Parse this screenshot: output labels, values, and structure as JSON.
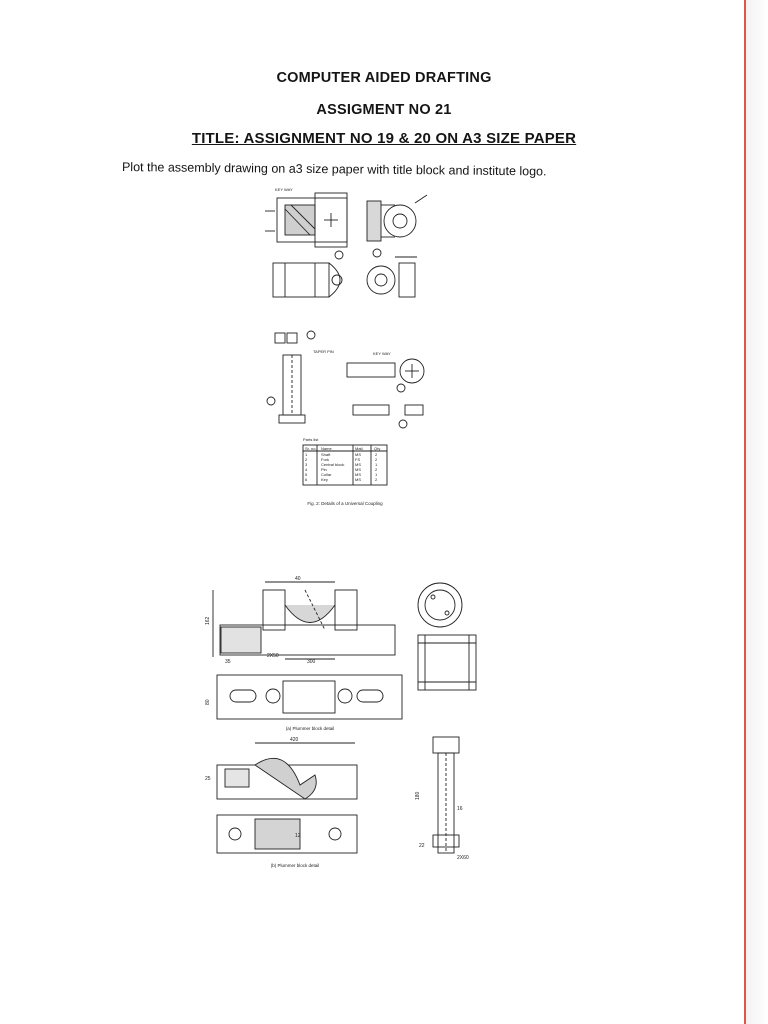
{
  "header": {
    "course_title": "COMPUTER AIDED DRAFTING",
    "assignment_no": "ASSIGMENT NO 21",
    "title": "TITLE: ASSIGNMENT NO 19 & 20 ON A3 SIZE PAPER",
    "instruction": "Plot the assembly drawing on a3 size paper with title block and institute logo."
  },
  "figure1": {
    "caption": "Fig. 2: Details of a Universal Coupling",
    "parts_list_title": "Parts list",
    "parts_list_headers": [
      "Sr. no.",
      "Name",
      "Matl.",
      "Qty."
    ],
    "parts": [
      {
        "no": "1",
        "name": "Shaft",
        "matl": "MS",
        "qty": "2"
      },
      {
        "no": "2",
        "name": "Fork",
        "matl": "FS",
        "qty": "2"
      },
      {
        "no": "3",
        "name": "Central block",
        "matl": "MS",
        "qty": "1"
      },
      {
        "no": "4",
        "name": "Pin",
        "matl": "MS",
        "qty": "2"
      },
      {
        "no": "5",
        "name": "Collar",
        "matl": "MS",
        "qty": "1"
      },
      {
        "no": "6",
        "name": "Key",
        "matl": "MS",
        "qty": "2"
      }
    ],
    "labels": {
      "key_way": "KEY WAY",
      "taper_pin": "TAPER PIN",
      "key_way_2": "KEY WAY"
    }
  },
  "figure2": {
    "caption_a": "(a) Plummer block detail",
    "caption_b": "(b) Plummer block detail",
    "dims": {
      "d40": "40",
      "d162": "162",
      "d35": "35",
      "d2x50": "2X50",
      "d300": "300",
      "d80": "80",
      "d420": "420",
      "d180": "180",
      "d16": "16",
      "d12": "12",
      "d2x60": "2X60",
      "d22": "22",
      "d25": "25"
    }
  }
}
